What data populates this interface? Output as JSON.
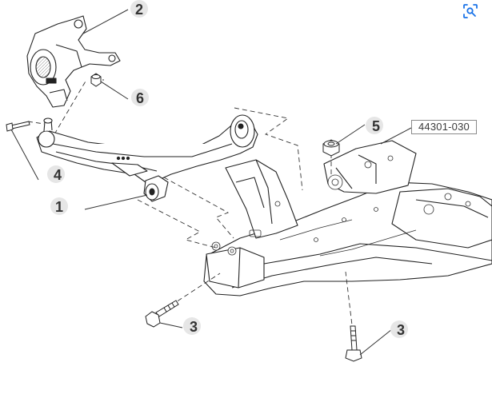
{
  "diagram": {
    "part_code": "44301-030",
    "callouts": [
      {
        "id": "callout-1",
        "label": "1"
      },
      {
        "id": "callout-2",
        "label": "2"
      },
      {
        "id": "callout-3-left",
        "label": "3"
      },
      {
        "id": "callout-3-right",
        "label": "3"
      },
      {
        "id": "callout-4",
        "label": "4"
      },
      {
        "id": "callout-5",
        "label": "5"
      },
      {
        "id": "callout-6",
        "label": "6"
      }
    ]
  },
  "toolbar": {
    "scan_icon": "visual-search-icon",
    "accent_color": "#1a73e8"
  }
}
